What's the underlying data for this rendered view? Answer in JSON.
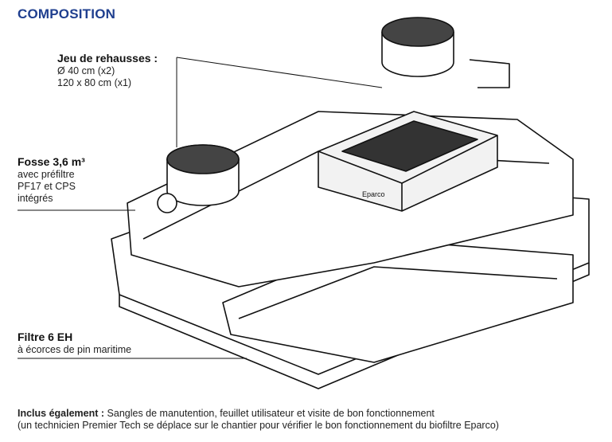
{
  "title": "COMPOSITION",
  "rehausses": {
    "heading": "Jeu de rehausses :",
    "lines": [
      "Ø 40 cm (x2)",
      "120 x 80 cm (x1)"
    ]
  },
  "fosse": {
    "heading": "Fosse 3,6 m³",
    "lines": [
      "avec préfiltre",
      "PF17 et CPS",
      "intégrés"
    ]
  },
  "filtre": {
    "heading": "Filtre 6 EH",
    "lines": [
      "à écorces de pin maritime"
    ]
  },
  "footer": {
    "bold": "Inclus également :",
    "text1": " Sangles de manutention, feuillet utilisateur et visite de bon fonctionnement",
    "text2": "(un technicien Premier Tech se déplace sur le chantier pour vérifier le bon fonctionnement du biofiltre Eparco)"
  },
  "lid_text": "Eparco",
  "colors": {
    "title": "#1f3f8f",
    "lines": "#111111"
  }
}
